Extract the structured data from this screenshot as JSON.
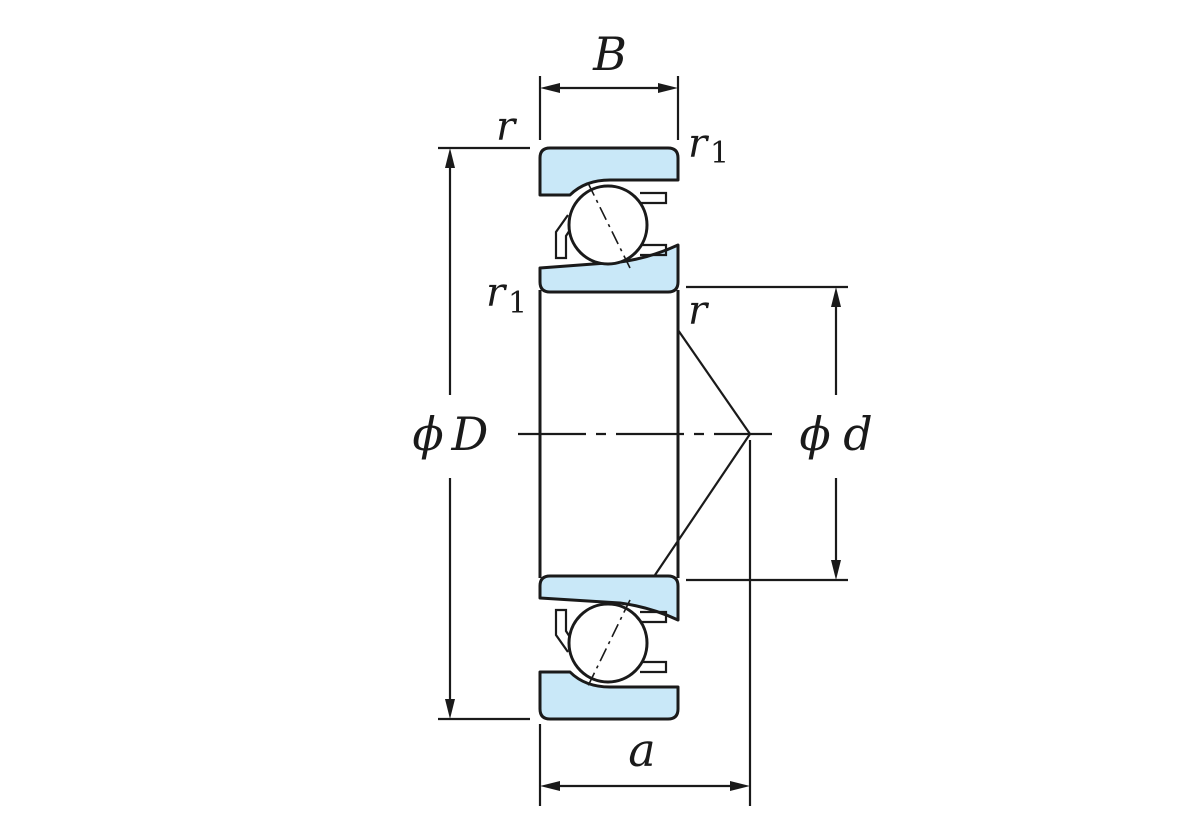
{
  "labels": {
    "width": "B",
    "outer_diameter": "D",
    "bore_diameter": "d",
    "load_center": "a",
    "phi": "ϕ",
    "chamfer": "r",
    "chamfer_small": "r",
    "subscript_one": "1"
  },
  "colors": {
    "ring_fill": "#c9e8f8",
    "stroke": "#1a1a1a"
  }
}
